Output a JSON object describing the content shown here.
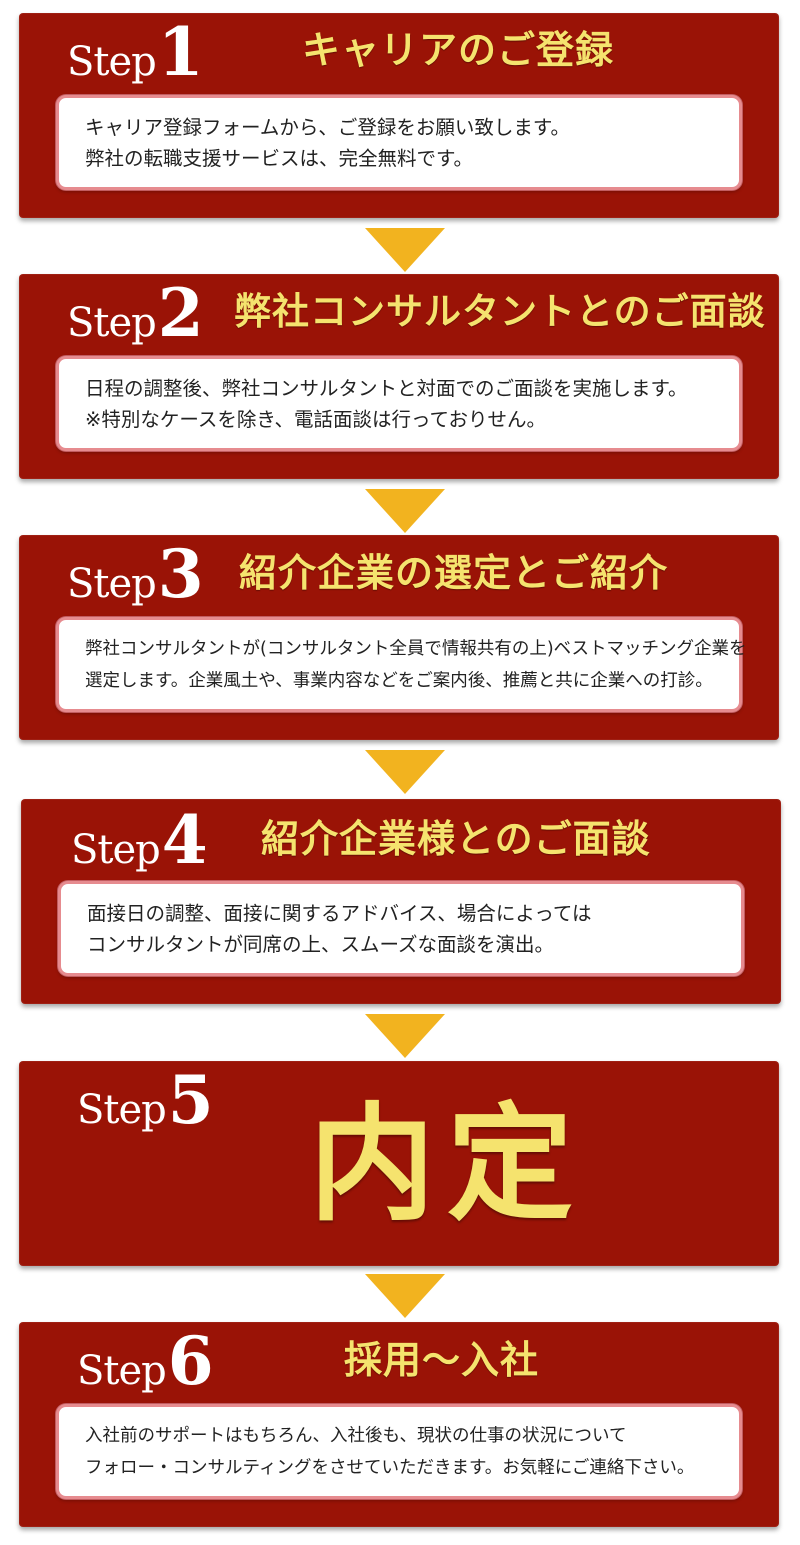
{
  "step_word": "Step",
  "steps": [
    {
      "number": "1",
      "title": "キャリアのご登録",
      "lines": [
        "キャリア登録フォームから、ご登録をお願い致します。",
        "弊社の転職支援サービスは、完全無料です。"
      ]
    },
    {
      "number": "2",
      "title": "弊社コンサルタントとのご面談",
      "lines": [
        "日程の調整後、弊社コンサルタントと対面でのご面談を実施します。",
        "※特別なケースを除き、電話面談は行っておりせん。"
      ]
    },
    {
      "number": "3",
      "title": "紹介企業の選定とご紹介",
      "lines": [
        "弊社コンサルタントが(コンサルタント全員で情報共有の上)ベストマッチング企業を",
        "選定します。企業風土や、事業内容などをご案内後、推薦と共に企業への打診。"
      ]
    },
    {
      "number": "4",
      "title": "紹介企業様とのご面談",
      "lines": [
        "面接日の調整、面接に関するアドバイス、場合によっては",
        "コンサルタントが同席の上、スムーズな面談を演出。"
      ]
    },
    {
      "number": "5",
      "title": "内定",
      "lines": []
    },
    {
      "number": "6",
      "title": "採用～入社",
      "lines": [
        "入社前のサポートはもちろん、入社後も、現状の仕事の状況について",
        "フォロー・コンサルティングをさせていただきます。お気軽にご連絡下さい。"
      ]
    }
  ],
  "colors": {
    "panel": "#9a1306",
    "title_gold": "#f5e36e",
    "arrow": "#f2b31f",
    "desc_border": "#e68b8f"
  },
  "icons": [
    "down-arrow-icon"
  ]
}
